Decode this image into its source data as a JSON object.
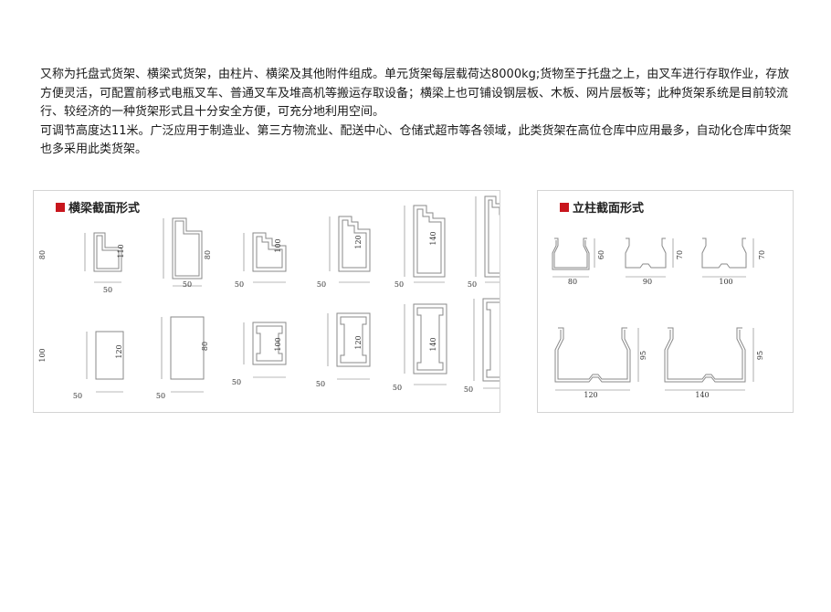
{
  "description": {
    "paragraphs": [
      "又称为托盘式货架、横梁式货架，由柱片、横梁及其他附件组成。单元货架每层载荷达8000kg;货物至于托盘之上，由叉车进行存取作业，存放方便灵活，可配置前移式电瓶叉车、普通叉车及堆高机等搬运存取设备；横梁上也可铺设钢层板、木板、网片层板等；此种货架系统是目前较流行、较经济的一种货架形式且十分安全方便，可充分地利用空间。",
      "可调节高度达11米。广泛应用于制造业、第三方物流业、配送中心、仓储式超市等各领域，此类货架在高位仓库中应用最多，自动化仓库中货架也多采用此类货架。"
    ]
  },
  "beam_panel": {
    "title": "横梁截面形式",
    "row1": [
      {
        "height": "80",
        "width": "50"
      },
      {
        "height": "110",
        "width": "50"
      },
      {
        "height": "80",
        "width": "50"
      },
      {
        "height": "100",
        "width": "50"
      },
      {
        "height": "120",
        "width": "50"
      },
      {
        "height": "140",
        "width": "50"
      }
    ],
    "row2": [
      {
        "height": "100",
        "width": "50"
      },
      {
        "height": "120",
        "width": "50"
      },
      {
        "height": "80",
        "width": "50"
      },
      {
        "height": "100",
        "width": "50"
      },
      {
        "height": "120",
        "width": "50"
      },
      {
        "height": "140",
        "width": "50"
      }
    ]
  },
  "column_panel": {
    "title": "立柱截面形式",
    "profiles": [
      {
        "width": "80",
        "height": "60"
      },
      {
        "width": "90",
        "height": "70"
      },
      {
        "width": "100",
        "height": "70"
      },
      {
        "width": "120",
        "height": "95"
      },
      {
        "width": "140",
        "height": "95"
      }
    ]
  },
  "colors": {
    "marker": "#c8161d",
    "stroke": "#8a8a8a",
    "text": "#1a1a1a"
  }
}
